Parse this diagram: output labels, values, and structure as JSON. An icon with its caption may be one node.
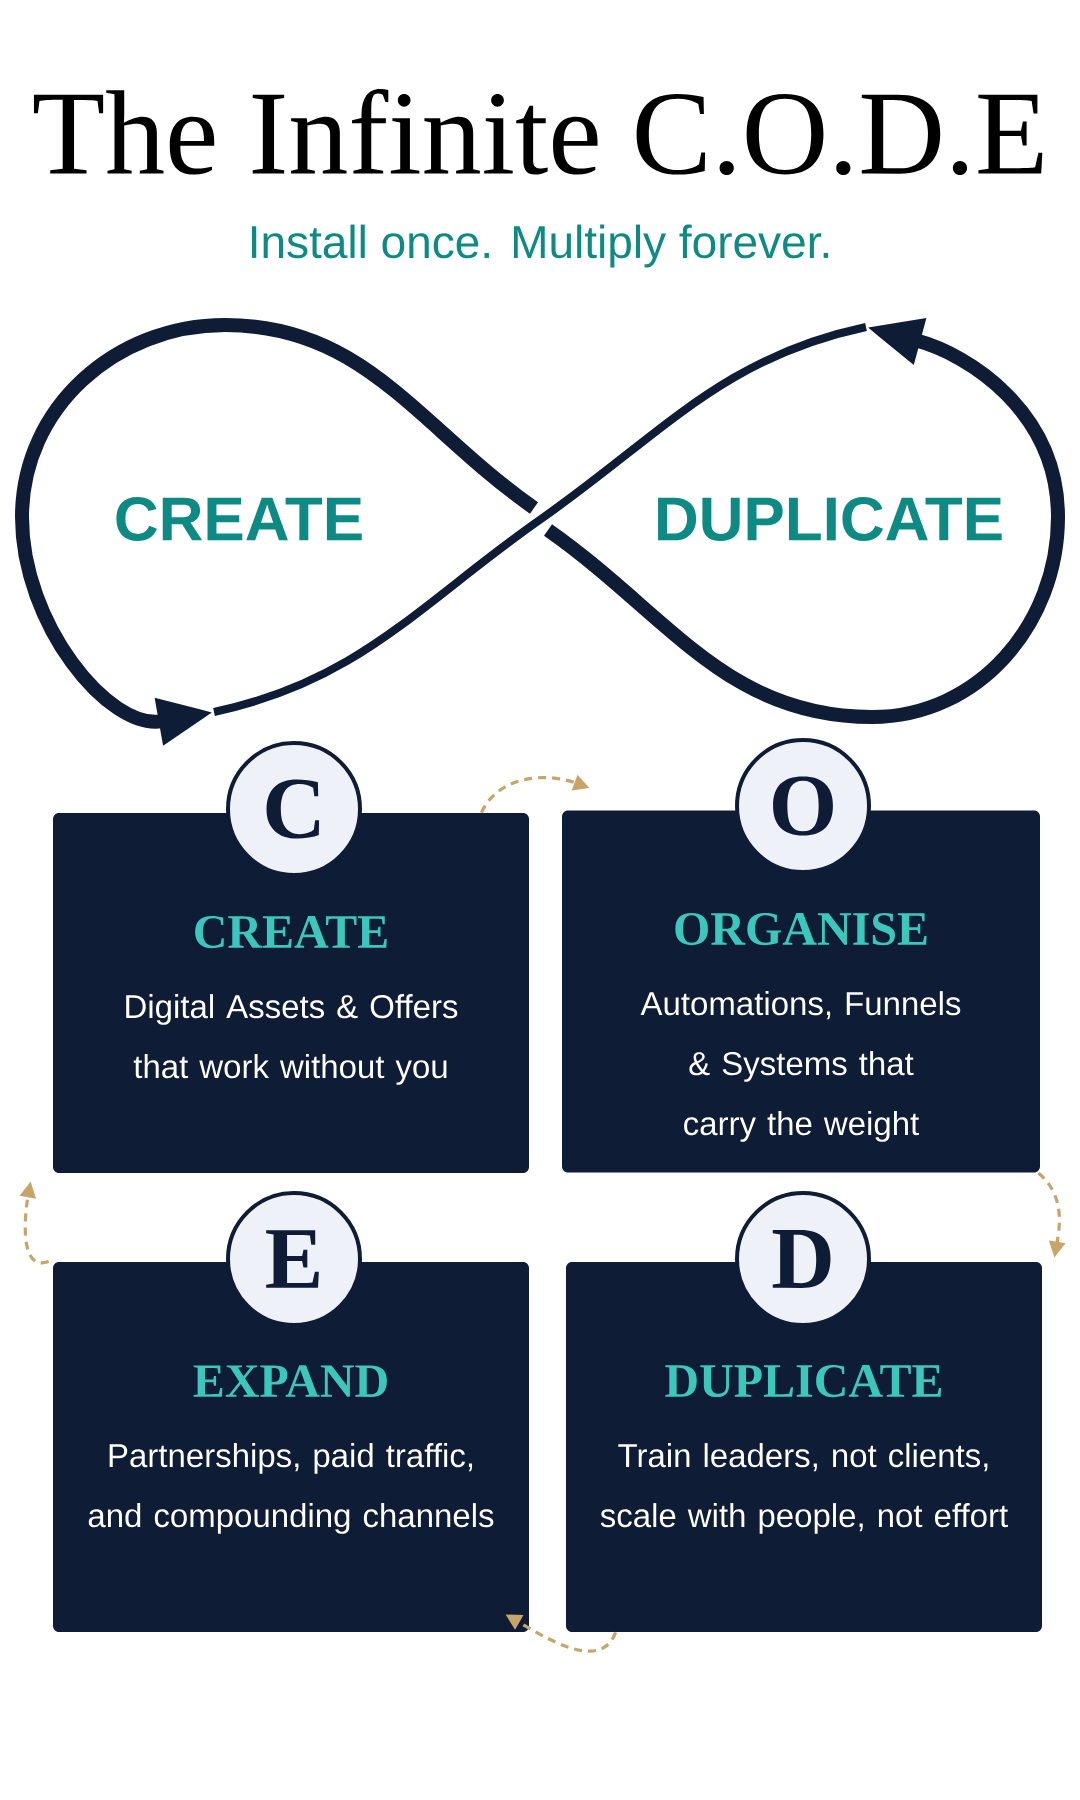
{
  "diagram": {
    "title": "The Infinite C.O.D.E",
    "nodes": [
      {
        "text": [
          "C"
        ]
      },
      {
        "text": [
          "CREATE",
          "Digital Assets & Offers that work without you"
        ]
      },
      {
        "text": [
          "O"
        ]
      },
      {
        "text": [
          "ORGANISE",
          "Automations, Funnels & Systems that carry the weight"
        ]
      },
      {
        "text": [
          "E"
        ]
      },
      {
        "text": [
          "EXPAND",
          "Partnerships, paid traffic, and compounding channels"
        ]
      },
      {
        "text": [
          "D"
        ]
      },
      {
        "text": [
          "DUPLICATE",
          "Train leaders, not clients, scale with people, not effort"
        ]
      }
    ],
    "edges": [
      {
        "from": 1,
        "to": 3,
        "arrow": "to",
        "style": "dashed"
      },
      {
        "from": 3,
        "to": 7,
        "arrow": "to",
        "style": "dashed"
      },
      {
        "from": 7,
        "to": 5,
        "arrow": "to",
        "style": "dashed"
      },
      {
        "from": 5,
        "to": 1,
        "arrow": "to",
        "style": "dashed"
      }
    ],
    "labels": [
      "Install once. Multiply forever.",
      "CREATE",
      "DUPLICATE"
    ]
  }
}
